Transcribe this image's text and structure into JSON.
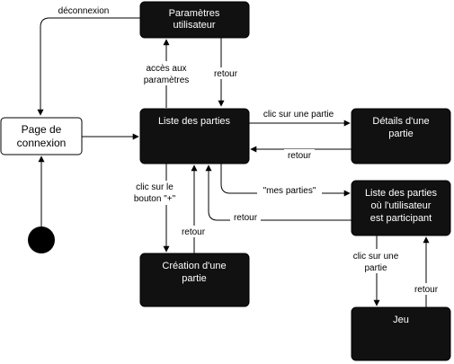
{
  "nodes": {
    "parametres": {
      "lines": [
        "Paramètres",
        "utilisateur"
      ]
    },
    "page_connexion": {
      "lines": [
        "Page de",
        "connexion"
      ]
    },
    "liste_parties": {
      "lines": [
        "Liste des parties"
      ]
    },
    "details_partie": {
      "lines": [
        "Détails d'une",
        "partie"
      ]
    },
    "liste_participant": {
      "lines": [
        "Liste des parties",
        "où l'utilisateur",
        "est participant"
      ]
    },
    "creation_partie": {
      "lines": [
        "Création d'une",
        "partie"
      ]
    },
    "jeu": {
      "lines": [
        "Jeu"
      ]
    }
  },
  "edges": {
    "deconnexion": {
      "lines": [
        "déconnexion"
      ]
    },
    "acces_parametres": {
      "lines": [
        "accès aux",
        "paramètres"
      ]
    },
    "retour_parametres": {
      "lines": [
        "retour"
      ]
    },
    "clic_partie": {
      "lines": [
        "clic sur une partie"
      ]
    },
    "retour_details": {
      "lines": [
        "retour"
      ]
    },
    "mes_parties": {
      "lines": [
        "\"mes parties\""
      ]
    },
    "retour_participant": {
      "lines": [
        "retour"
      ]
    },
    "clic_bouton": {
      "lines": [
        "clic sur le",
        "bouton \"+\""
      ]
    },
    "retour_creation": {
      "lines": [
        "retour"
      ]
    },
    "clic_partie_jeu": {
      "lines": [
        "clic sur une",
        "partie"
      ]
    },
    "retour_jeu": {
      "lines": [
        "retour"
      ]
    }
  },
  "colors": {
    "node_fill": "#111111",
    "node_text": "#ffffff",
    "line": "#000000",
    "light_fill": "#ffffff"
  }
}
